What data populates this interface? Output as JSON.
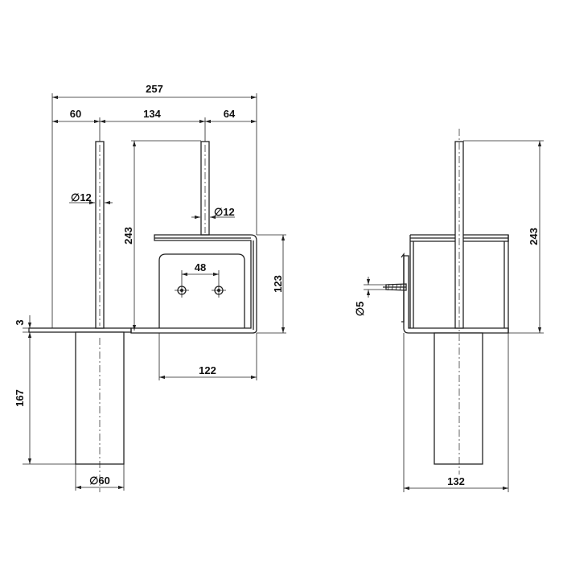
{
  "dimensions": {
    "overall_width": "257",
    "left_offset": "60",
    "rod_spacing": "134",
    "right_offset": "64",
    "rod_diameter_left": "12",
    "rod_diameter_right": "12",
    "height_left": "243",
    "height_side": "243",
    "holder_height": "123",
    "hole_spacing": "48",
    "plate_thickness": "3",
    "tube_height": "167",
    "tube_diameter": "60",
    "holder_width": "122",
    "side_width": "132",
    "screw_diameter": "5"
  },
  "symbols": {
    "diameter": "∅"
  }
}
